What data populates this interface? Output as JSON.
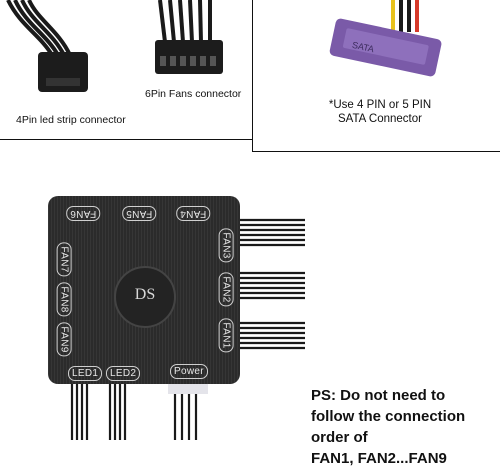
{
  "connectors": {
    "led_strip_caption": "4Pin led strip connector",
    "fans_caption": "6Pin Fans connector",
    "sata_caption_line1": "*Use 4 PIN or 5 PIN",
    "sata_caption_line2": "SATA Connector",
    "sata_plug_text": "SATA"
  },
  "hub": {
    "logo": "DS",
    "fan_labels": [
      "FAN6",
      "FAN5",
      "FAN4",
      "FAN3",
      "FAN7",
      "FAN2",
      "FAN8",
      "FAN1",
      "FAN9"
    ],
    "led_labels": [
      "LED1",
      "LED2"
    ],
    "power_label": "Power"
  },
  "note": {
    "line1": "PS: Do not need to",
    "line2": "follow the connection",
    "line3": "order of",
    "line4": "FAN1, FAN2...FAN9"
  },
  "colors": {
    "hub_body": "#2b2b2b",
    "wire": "#1a1a1a",
    "sata_plug": "#7a5aa8",
    "sata_wire_red": "#d63a2a",
    "sata_wire_yellow": "#e8c21c"
  }
}
